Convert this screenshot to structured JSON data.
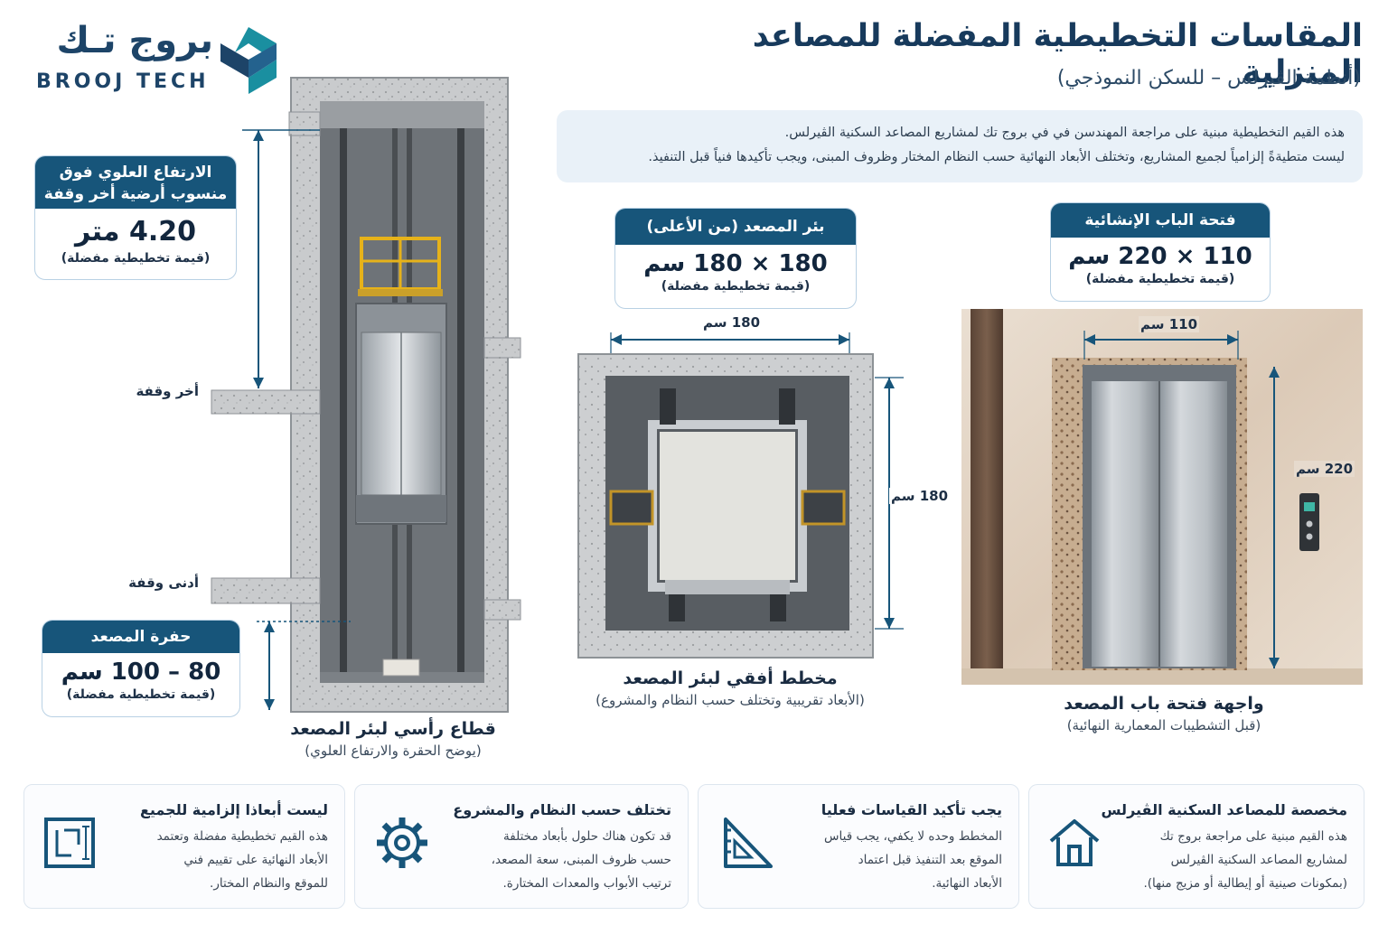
{
  "brand": {
    "name_ar": "بروج تـك",
    "name_en": "BROOJ TECH",
    "color": "#1d4468",
    "accent": "#1a8fa0"
  },
  "header": {
    "title": "المقاسات التخطيطية المفضلة للمصاعد المنزلية",
    "subtitle": "(أنظمة الڤيرلس – للسكن النموذجي)"
  },
  "intro": {
    "line1": "هذه القيم التخطيطية مبنية على مراجعة المهندسن في في بروج تك لمشاريع المصاعد السكنية الڤيرلس.",
    "line2": "ليست متطيةةً إلزامياً لجميع المشاريع، وتختلف الأبعاد النهائية حسب النظام المختار وظروف المبنى، ويجب تأكيدها فنياً قبل التنفيذ."
  },
  "vertical": {
    "overhead": {
      "title_l1": "الارتفاع العلوي فوق",
      "title_l2": "منسوب أرضية أخر وقفة",
      "value": "4.20 متر",
      "note": "(قيمة تخطيطية مفضلة)"
    },
    "pit": {
      "title": "حفرة المصعد",
      "value": "80 – 100 سم",
      "note": "(قيمة تخطيطية مفضلة)"
    },
    "top_stop": "أخر وقفة",
    "bottom_stop": "أدنى وقفة",
    "caption": "قطاع رأسي لبئر المصعد",
    "caption_sub": "(يوضح الحقرة والارتفاع العلوي)"
  },
  "plan": {
    "tag": {
      "title": "بئر المصعد (من الأعلى)",
      "value": "180 × 180 سم",
      "note": "(قيمة تخطيطية مفضلة)"
    },
    "dim_width": "180 سم",
    "dim_depth": "180 سم",
    "caption": "مخطط أفقي لبئر المصعد",
    "caption_sub": "(الأبعاد تقريبية وتختلف حسب النظام والمشروع)"
  },
  "door": {
    "tag": {
      "title": "فتحة الباب الإنشائية",
      "value": "110 × 220 سم",
      "note": "(قيمة تخطيطية مفضلة)"
    },
    "dim_width": "110 سم",
    "dim_height": "220 سم",
    "caption": "واجهة فتحة باب المصعد",
    "caption_sub": "(قبل التشطيبات المعمارية النهائية)"
  },
  "cards": [
    {
      "title": "مخصصة للمصاعد السكنية الڤيرلس",
      "l1": "هذه القيم مبنية على مراجعة بروج تك",
      "l2": "لمشاريع المصاعد السكنية الڤيرلس",
      "l3": "(بمكونات صينية أو إيطالية أو مزيج منها).",
      "icon": "house-icon"
    },
    {
      "title": "يجب تأكيد القياسات فعليا",
      "l1": "المخطط وحده لا يكفي، يجب قياس",
      "l2": "الموقع بعد التنفيذ قبل اعتماد",
      "l3": "الأبعاد النهائية.",
      "icon": "set-square-icon"
    },
    {
      "title": "تختلف حسب النظام والمشروع",
      "l1": "قد تكون هناك حلول بأبعاد مختلفة",
      "l2": "حسب ظروف المبنى، سعة المصعد،",
      "l3": "ترتيب الأبواب والمعدات المختارة.",
      "icon": "gear-icon"
    },
    {
      "title": "ليست أبعاذا إلزامية للجميع",
      "l1": "هذه القيم تخطيطية مفضلة وتعتمد",
      "l2": "الأبعاد النهائية على تقييم فني",
      "l3": "للموقع والنظام المختار.",
      "icon": "blueprint-icon"
    }
  ]
}
